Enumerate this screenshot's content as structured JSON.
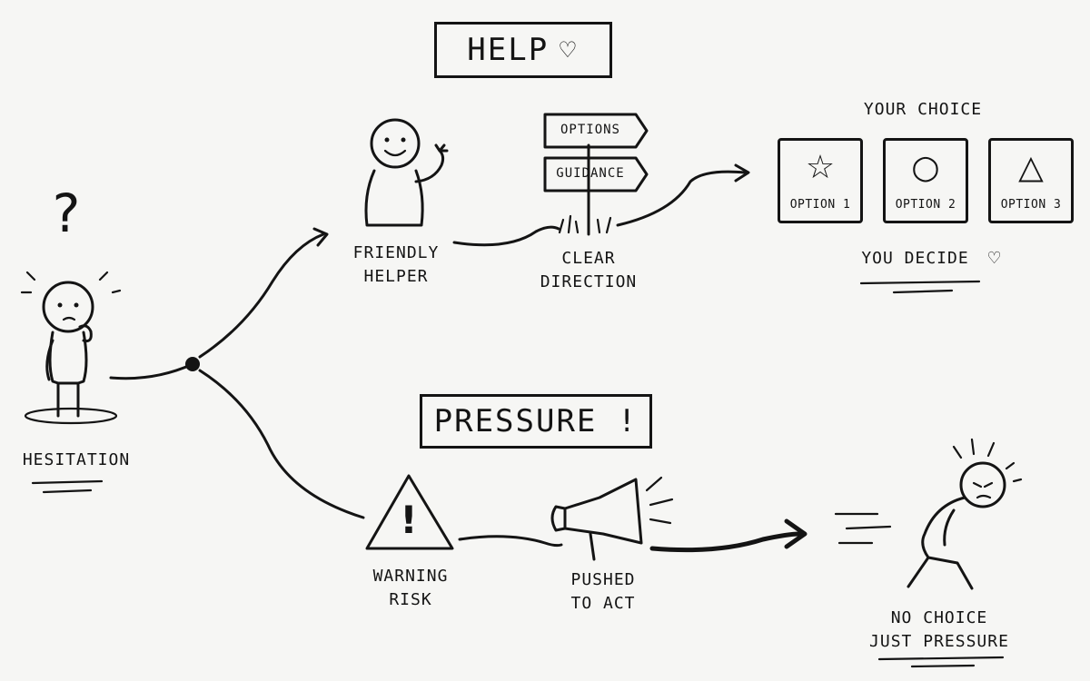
{
  "help": {
    "title": "HELP",
    "heart": "♡"
  },
  "pressure": {
    "title": "PRESSURE !"
  },
  "start": {
    "question": "?",
    "label": "HESITATION"
  },
  "help_path": {
    "helper_label_1": "FRIENDLY",
    "helper_label_2": "HELPER",
    "signpost": {
      "sign_1": "OPTIONS",
      "sign_2": "GUIDANCE"
    },
    "direction_label_1": "CLEAR",
    "direction_label_2": "DIRECTION",
    "choice_title": "YOUR CHOICE",
    "options": [
      {
        "label": "OPTION 1",
        "symbol": "☆",
        "icon": "star-icon"
      },
      {
        "label": "OPTION 2",
        "symbol": "○",
        "icon": "circle-icon"
      },
      {
        "label": "OPTION 3",
        "symbol": "△",
        "icon": "triangle-icon"
      }
    ],
    "decide_label": "YOU DECIDE",
    "decide_heart": "♡"
  },
  "pressure_path": {
    "warning_symbol": "!",
    "warning_label_1": "WARNING",
    "warning_label_2": "RISK",
    "pushed_label_1": "PUSHED",
    "pushed_label_2": "TO ACT",
    "end_label_1": "NO CHOICE",
    "end_label_2": "JUST PRESSURE"
  }
}
